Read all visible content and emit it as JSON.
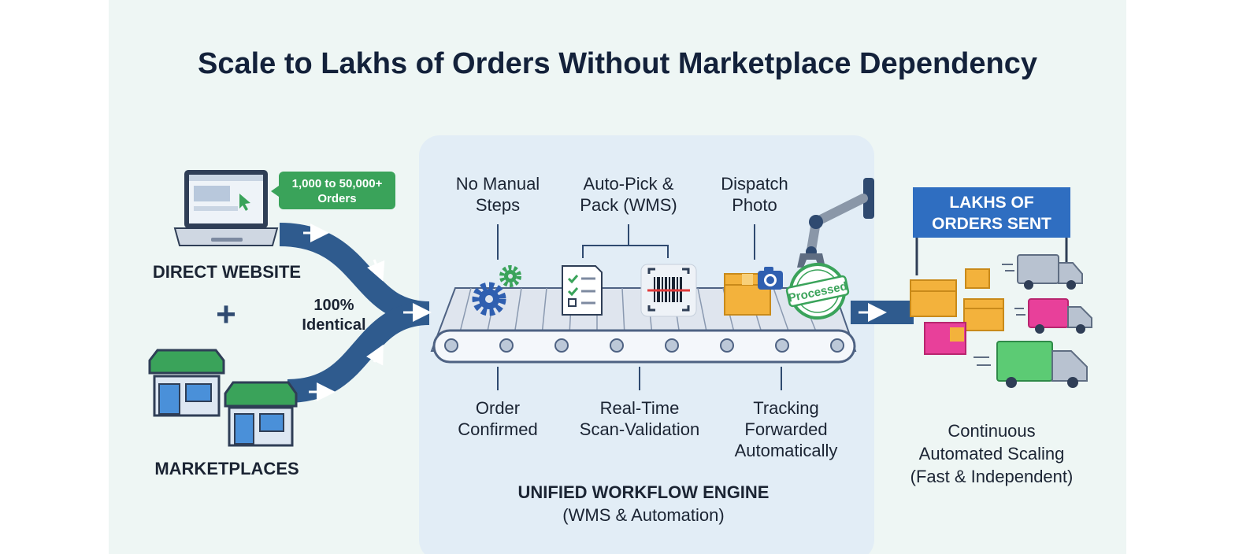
{
  "title": "Scale to Lakhs of Orders Without Marketplace Dependency",
  "sources": {
    "direct_website": "DIRECT WEBSITE",
    "plus_symbol": "+",
    "marketplaces": "MARKETPLACES",
    "orders_badge": [
      "1,000 to 50,000+",
      "Orders"
    ],
    "identical_note": [
      "100%",
      "Identical"
    ]
  },
  "engine": {
    "top_steps": [
      [
        "No Manual",
        "Steps"
      ],
      [
        "Auto-Pick &",
        "Pack (WMS)"
      ],
      [
        "Dispatch",
        "Photo"
      ]
    ],
    "bottom_steps": [
      [
        "Order",
        "Confirmed"
      ],
      [
        "Real-Time",
        "Scan-Validation"
      ],
      [
        "Tracking",
        "Forwarded",
        "Automatically"
      ]
    ],
    "stamp": "Processed",
    "title": "UNIFIED WORKFLOW ENGINE",
    "subtitle": "(WMS & Automation)"
  },
  "output": {
    "banner": [
      "LAKHS OF",
      "ORDERS SENT"
    ],
    "caption": [
      "Continuous",
      "Automated Scaling",
      "(Fast & Independent)"
    ]
  },
  "colors": {
    "background": "#eef6f4",
    "engine_panel": "#e2edf6",
    "flow_path": "#2f5b8e",
    "badge_green": "#3aa35a",
    "banner_blue": "#2f6ec1",
    "text_dark": "#13213a"
  }
}
